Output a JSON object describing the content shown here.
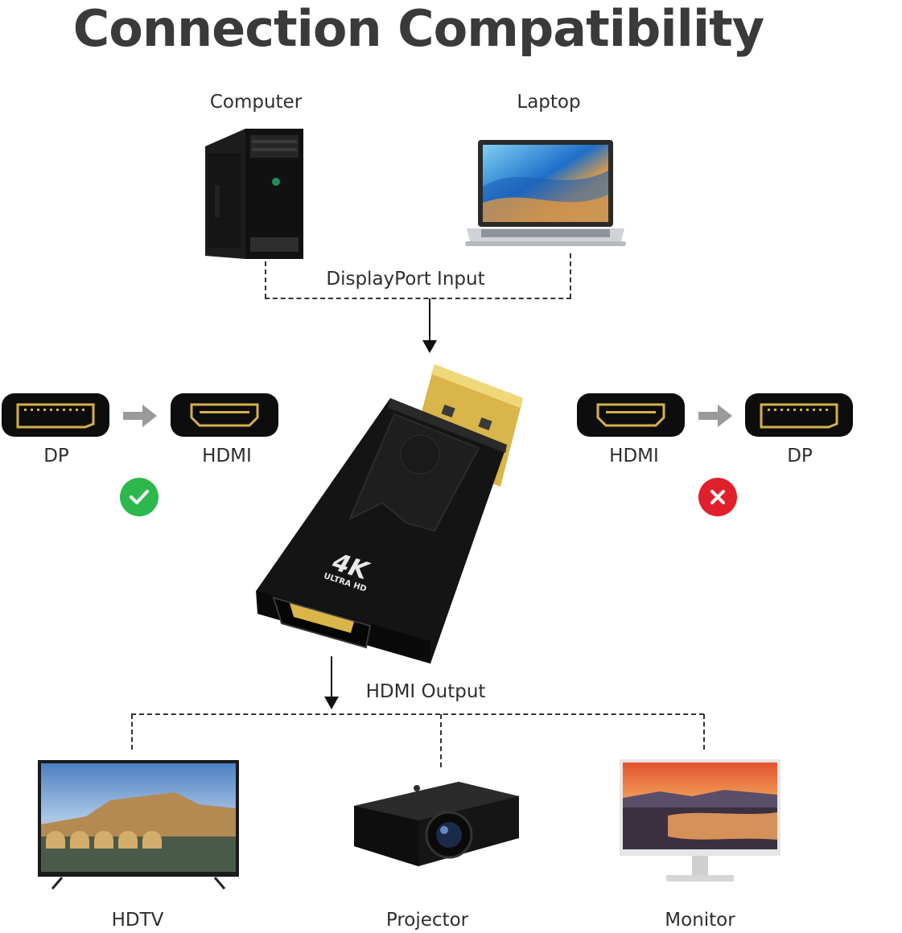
{
  "title": "Connection Compatibility",
  "sources": {
    "computer_label": "Computer",
    "laptop_label": "Laptop"
  },
  "input_label": "DisplayPort  Input",
  "output_label": "HDMI  Output",
  "left_pair": {
    "from": "DP",
    "to": "HDMI",
    "status": "supported",
    "status_color": "#2db84d",
    "icon": "check-icon"
  },
  "right_pair": {
    "from": "HDMI",
    "to": "DP",
    "status": "unsupported",
    "status_color": "#e0202a",
    "icon": "cross-icon"
  },
  "adapter": {
    "badge_main": "4K",
    "badge_sub": "ULTRA HD"
  },
  "destinations": {
    "hdtv_label": "HDTV",
    "projector_label": "Projector",
    "monitor_label": "Monitor"
  }
}
